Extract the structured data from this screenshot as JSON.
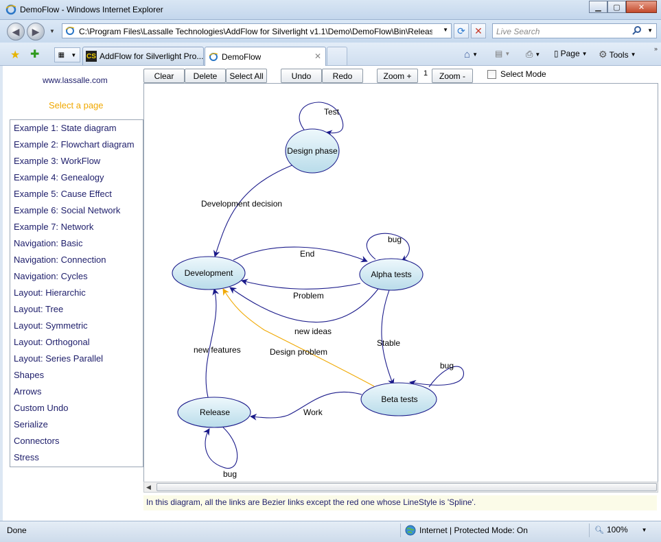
{
  "window": {
    "title": "DemoFlow - Windows Internet Explorer"
  },
  "address": {
    "url": "C:\\Program Files\\Lassalle Technologies\\AddFlow for Silverlight v1.1\\Demo\\DemoFlow\\Bin\\Release\\"
  },
  "search": {
    "placeholder": "Live Search"
  },
  "tabs": [
    {
      "label": "AddFlow for Silverlight Pro...",
      "icon": "cs-icon"
    },
    {
      "label": "DemoFlow",
      "icon": "ie-page-icon"
    }
  ],
  "commandbar": {
    "page_label": "Page",
    "tools_label": "Tools"
  },
  "sidebar": {
    "site_link": "www.lassalle.com",
    "select_label": "Select a page",
    "items": [
      "Example 1: State diagram",
      "Example 2: Flowchart diagram",
      "Example 3: WorkFlow",
      "Example 4: Genealogy",
      "Example 5: Cause Effect",
      "Example 6: Social Network",
      "Example 7: Network",
      "Navigation: Basic",
      "Navigation: Connection",
      "Navigation: Cycles",
      "Layout: Hierarchic",
      "Layout: Tree",
      "Layout: Symmetric",
      "Layout: Orthogonal",
      "Layout: Series Parallel",
      "Shapes",
      "Arrows",
      "Custom Undo",
      "Serialize",
      "Connectors",
      "Stress"
    ]
  },
  "toolbar": {
    "clear": "Clear",
    "delete": "Delete",
    "select_all": "Select All",
    "undo": "Undo",
    "redo": "Redo",
    "zoom_in": "Zoom +",
    "zoom_value": "1",
    "zoom_out": "Zoom -",
    "select_mode": "Select Mode"
  },
  "diagram": {
    "nodes": {
      "design": "Design phase",
      "development": "Development",
      "alpha": "Alpha tests",
      "beta": "Beta tests",
      "release": "Release"
    },
    "links": {
      "test": "Test",
      "development_decision": "Development decision",
      "end": "End",
      "bug_alpha": "bug",
      "problem": "Problem",
      "new_ideas": "new ideas",
      "stable": "Stable",
      "bug_beta": "bug",
      "design_problem": "Design problem",
      "new_features": "new features",
      "work": "Work",
      "bug_release": "bug"
    },
    "colors": {
      "node_fill_top": "#eef8fc",
      "node_fill_bottom": "#b9dcea",
      "node_stroke": "#1a1a8a",
      "link": "#1a1a8a",
      "spline_link": "#f0a800"
    }
  },
  "info": {
    "text": "In this diagram, all the links are Bezier links except the red one whose LineStyle is 'Spline'."
  },
  "status": {
    "left": "Done",
    "zone": "Internet | Protected Mode: On",
    "zoom": "100%"
  }
}
